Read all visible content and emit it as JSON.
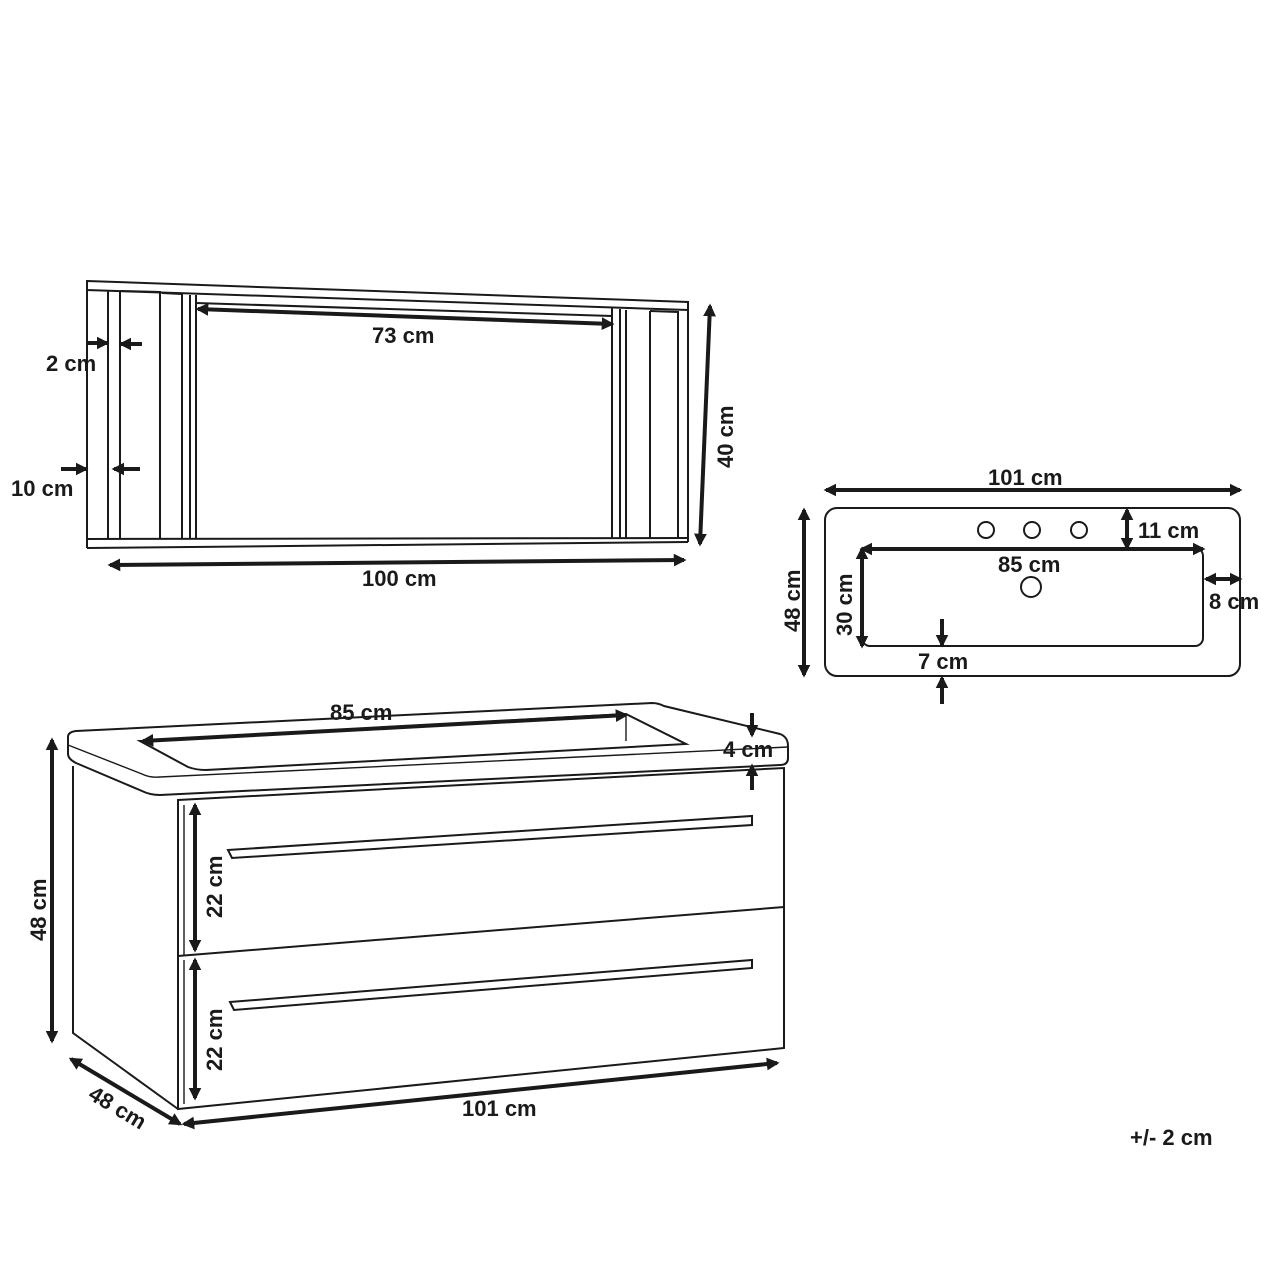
{
  "mirror_shelf": {
    "dim_inner_width": "73 cm",
    "dim_height": "40 cm",
    "dim_total_width": "100 cm",
    "dim_frame_thickness": "2 cm",
    "dim_side_depth": "10 cm"
  },
  "basin_top_view": {
    "dim_total_width": "101 cm",
    "dim_depth": "48 cm",
    "dim_tap_offset": "11 cm",
    "dim_bowl_width": "85 cm",
    "dim_bowl_depth": "30 cm",
    "dim_side_margin": "8 cm",
    "dim_front_margin": "7 cm"
  },
  "vanity_unit": {
    "dim_basin_width": "85 cm",
    "dim_top_thickness": "4 cm",
    "dim_height": "48 cm",
    "dim_drawer_top": "22 cm",
    "dim_drawer_bottom": "22 cm",
    "dim_depth": "48 cm",
    "dim_width": "101 cm"
  },
  "tolerance_note": "+/- 2 cm"
}
